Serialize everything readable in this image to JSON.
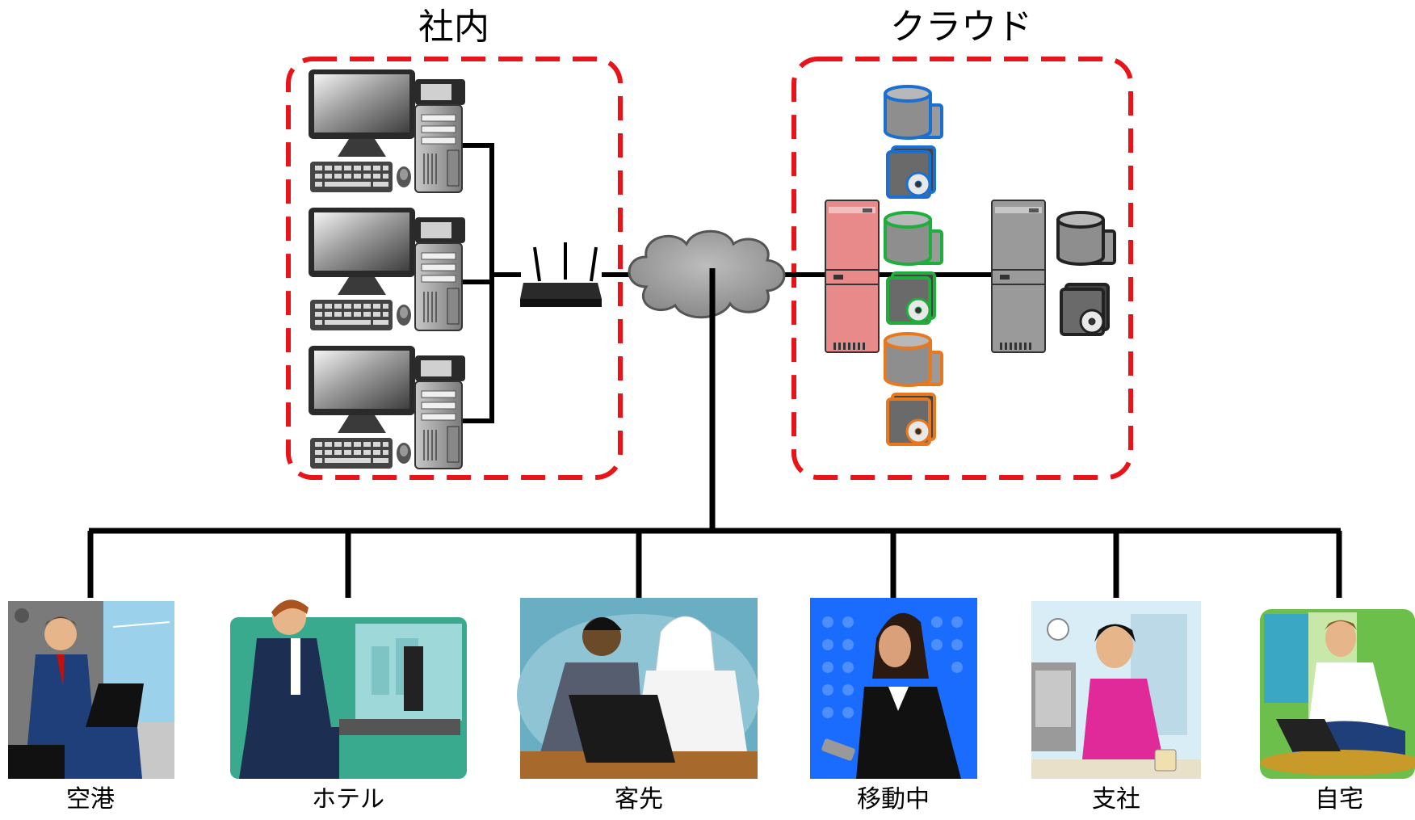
{
  "regions": {
    "office": {
      "title": "社内"
    },
    "cloud": {
      "title": "クラウド"
    }
  },
  "locations": [
    {
      "label": "空港"
    },
    {
      "label": "ホテル"
    },
    {
      "label": "客先"
    },
    {
      "label": "移動中"
    },
    {
      "label": "支社"
    },
    {
      "label": "自宅"
    }
  ],
  "colors": {
    "region_border": "#e8141a",
    "line": "#000000",
    "server_pink": "#e88a8a",
    "server_gray": "#9a9a9a",
    "db_blue": "#1a6fd0",
    "db_green": "#1fae3c",
    "db_orange": "#e8781e",
    "db_gray": "#555555"
  }
}
